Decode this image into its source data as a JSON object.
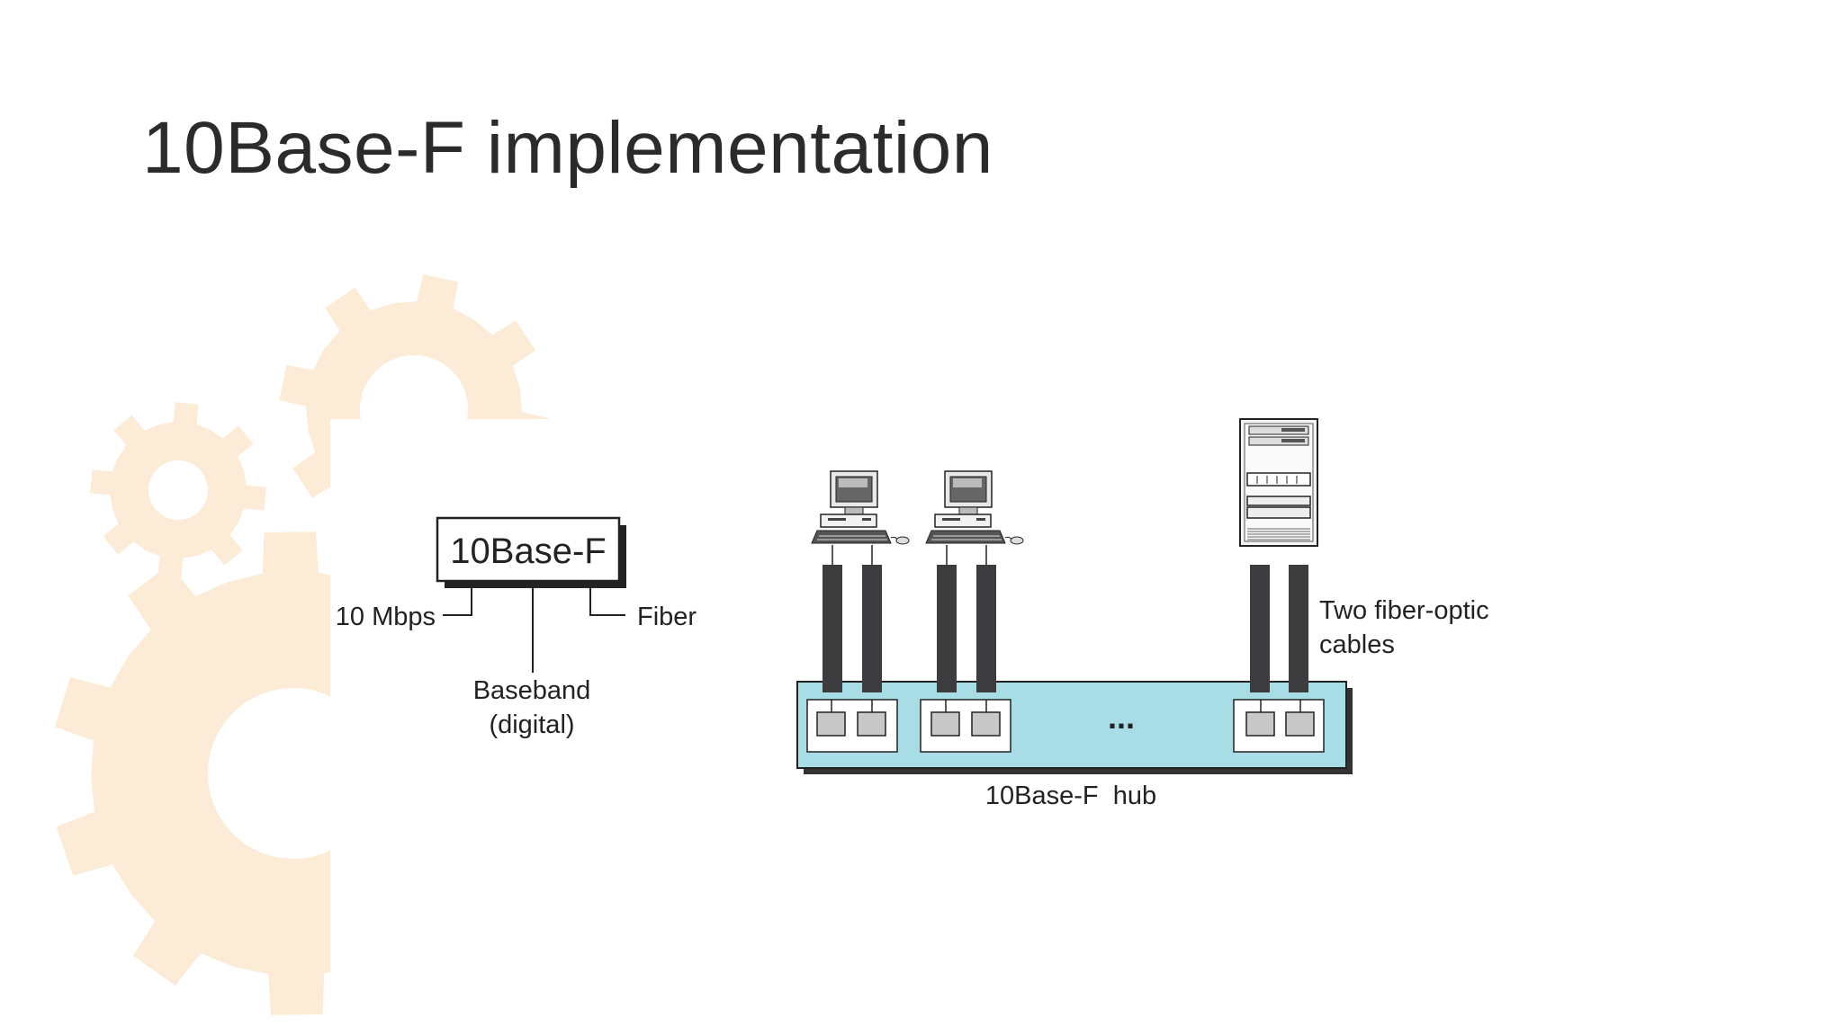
{
  "slide": {
    "title": "10Base-F implementation"
  },
  "legend_box": {
    "name": "10Base-F",
    "rate": "10 Mbps",
    "medium": "Fiber",
    "signal_line1": "Baseband",
    "signal_line2": "(digital)",
    "name_color": "#d6177f"
  },
  "network": {
    "cables_label_line1": "Two fiber-optic",
    "cables_label_line2": "cables",
    "ellipsis": "...",
    "hub_label": "10Base-F  hub",
    "hub_color": "#a8dde6",
    "cable_color": "#3c3c3e"
  },
  "decoration": {
    "gear_color": "#fcebd6"
  }
}
